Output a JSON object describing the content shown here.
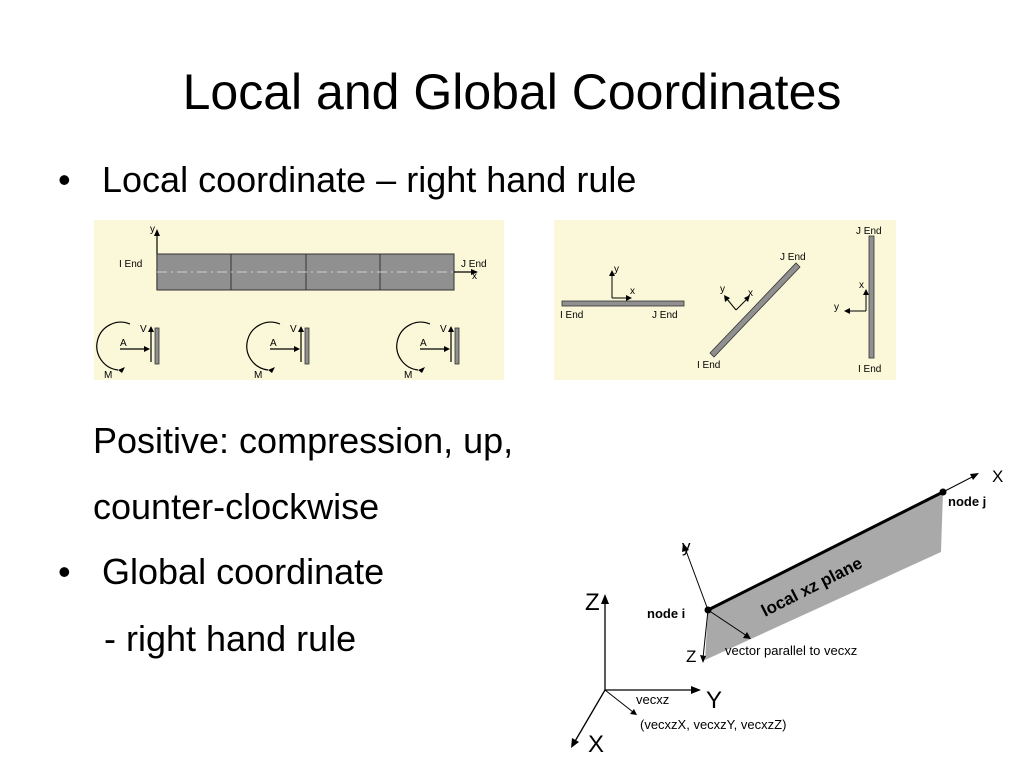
{
  "slide": {
    "title": "Local and Global Coordinates",
    "bullet1": "Local coordinate – right hand rule",
    "positive_line1": "Positive: compression, up,",
    "positive_line2": "counter-clockwise",
    "bullet2": "Global coordinate",
    "bullet2_sub": "- right hand rule",
    "bullet_glyph": "•"
  },
  "figure_beam": {
    "i_end": "I End",
    "j_end": "J End",
    "axis_x": "x",
    "axis_y": "y",
    "label_a": "A",
    "label_v": "V",
    "label_m": "M",
    "panel_color": "#fbf8d9"
  },
  "figure_orient": {
    "i_end": "I End",
    "j_end": "J End",
    "axis_x": "x",
    "axis_y": "y"
  },
  "figure_global": {
    "axis_X": "X",
    "axis_Y": "Y",
    "axis_Z": "Z",
    "local_x": "X",
    "local_y": "y",
    "local_z": "Z",
    "node_i": "node i",
    "node_j": "node j",
    "plane_label": "local xz plane",
    "vector_note": "vector parallel to vecxz",
    "vecxz": "vecxz",
    "vecxz_components": "(vecxzX, vecxzY, vecxzZ)"
  }
}
